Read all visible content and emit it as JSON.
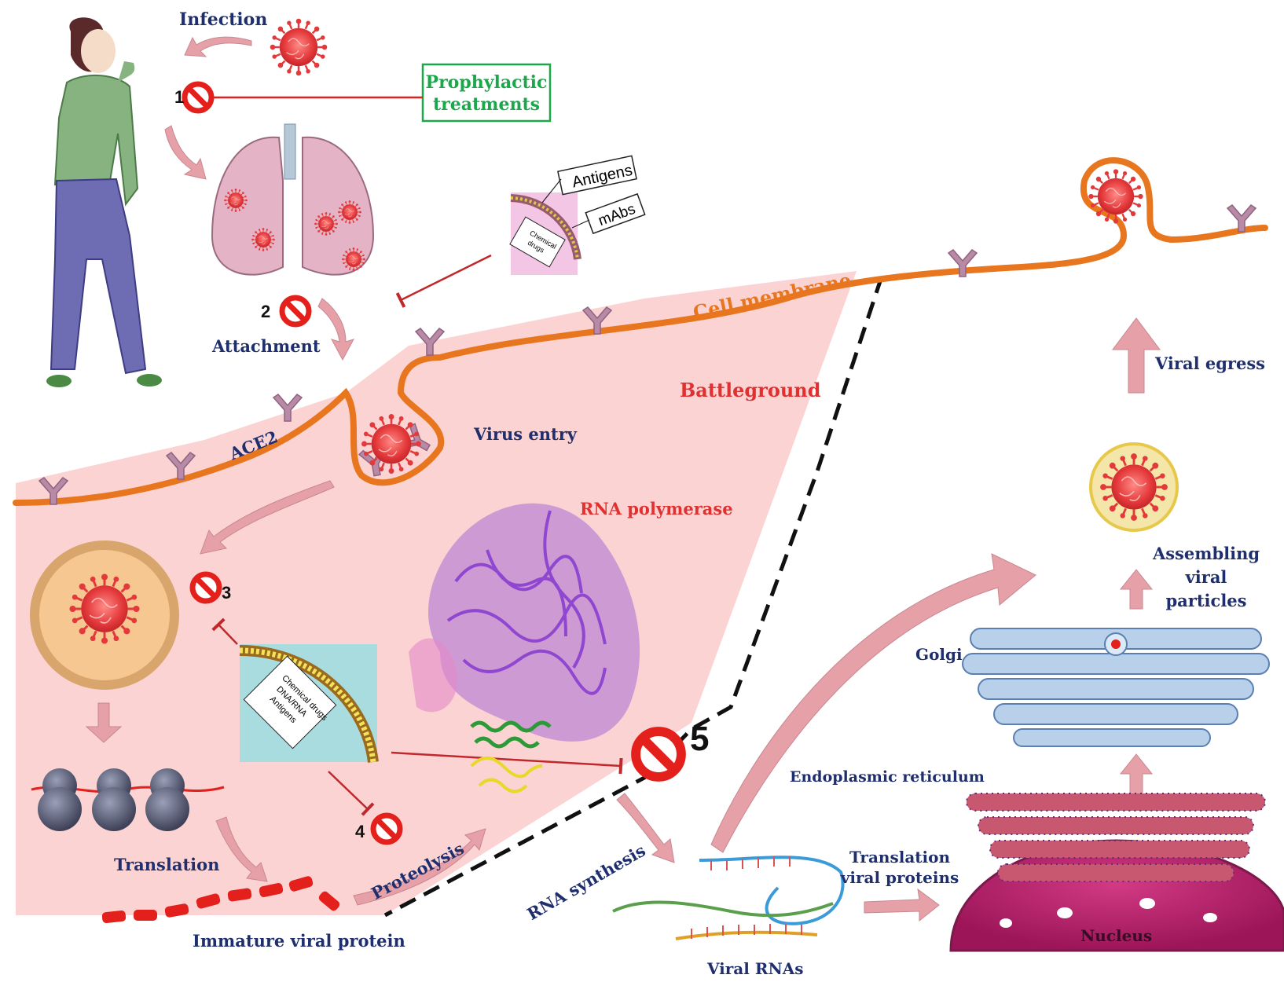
{
  "labels": {
    "infection": "Infection",
    "prophylactic_line1": "Prophylactic",
    "prophylactic_line2": "treatments",
    "attachment": "Attachment",
    "antigens": "Antigens",
    "mabs": "mAbs",
    "chemical_drugs_line1": "Chemical",
    "chemical_drugs_line2": "drugs",
    "cell_membrane": "Cell membrane",
    "ace2": "ACE2",
    "battleground": "Battleground",
    "virus_entry": "Virus entry",
    "rna_polymerase": "RNA polymerase",
    "nanoparticle_line1": "Chemical drugs",
    "nanoparticle_line2": "DNA/RNA",
    "nanoparticle_line3": "Antigens",
    "translation": "Translation",
    "immature_viral_protein": "Immature viral protein",
    "proteolysis": "Proteolysis",
    "rna_synthesis": "RNA synthesis",
    "viral_rnas": "Viral RNAs",
    "translation_viral_proteins_line1": "Translation",
    "translation_viral_proteins_line2": "viral proteins",
    "endoplasmic_reticulum": "Endoplasmic reticulum",
    "nucleus": "Nucleus",
    "golgi": "Golgi",
    "assembling_line1": "Assembling",
    "assembling_line2": "viral",
    "assembling_line3": "particles",
    "viral_egress": "Viral egress"
  },
  "steps": {
    "step1": "1",
    "step2": "2",
    "step3": "3",
    "step4": "4",
    "step5": "5"
  },
  "colors": {
    "membrane": "#e8761e",
    "battleground_fill": "#fbd3d3",
    "arrow_pink": "#e6a0a8",
    "inhibit_red": "#c0282c",
    "virus_red": "#e4393b",
    "navy_text": "#1f2f6e",
    "red_text": "#e03030",
    "green_text": "#1aa84a"
  }
}
